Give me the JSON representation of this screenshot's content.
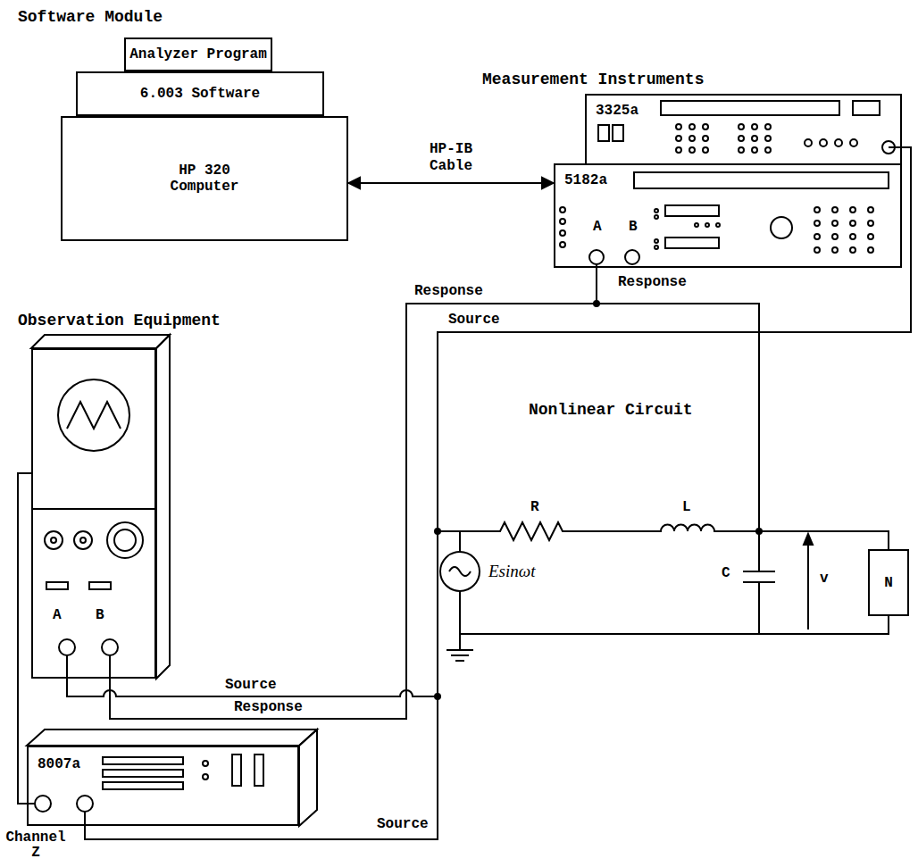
{
  "diagram": {
    "nodes": [
      {
        "text": [
          "Analyzer Program"
        ]
      },
      {
        "text": [
          "6.003 Software"
        ]
      },
      {
        "text": [
          "HP 320 Computer"
        ]
      },
      {
        "text": [
          "3325a"
        ]
      },
      {
        "text": [
          "5182a",
          "A",
          "B"
        ]
      },
      {
        "text": [
          "A",
          "B"
        ]
      },
      {
        "text": [
          "8007a"
        ]
      },
      {
        "text": [
          "N"
        ]
      }
    ],
    "edges": [
      {
        "from": 2,
        "to": 4,
        "label": "HP-IB Cable",
        "arrow": "both"
      },
      {
        "from": 6,
        "to": 5,
        "arrow": "none"
      }
    ],
    "labels": [
      "Software Module",
      "Measurement Instruments",
      "Observation Equipment",
      "Response",
      "Response",
      "Source",
      "Nonlinear Circuit",
      "R",
      "L",
      "C",
      "v",
      "Esinωt",
      "Source",
      "Response",
      "Source",
      "Channel Z"
    ]
  }
}
